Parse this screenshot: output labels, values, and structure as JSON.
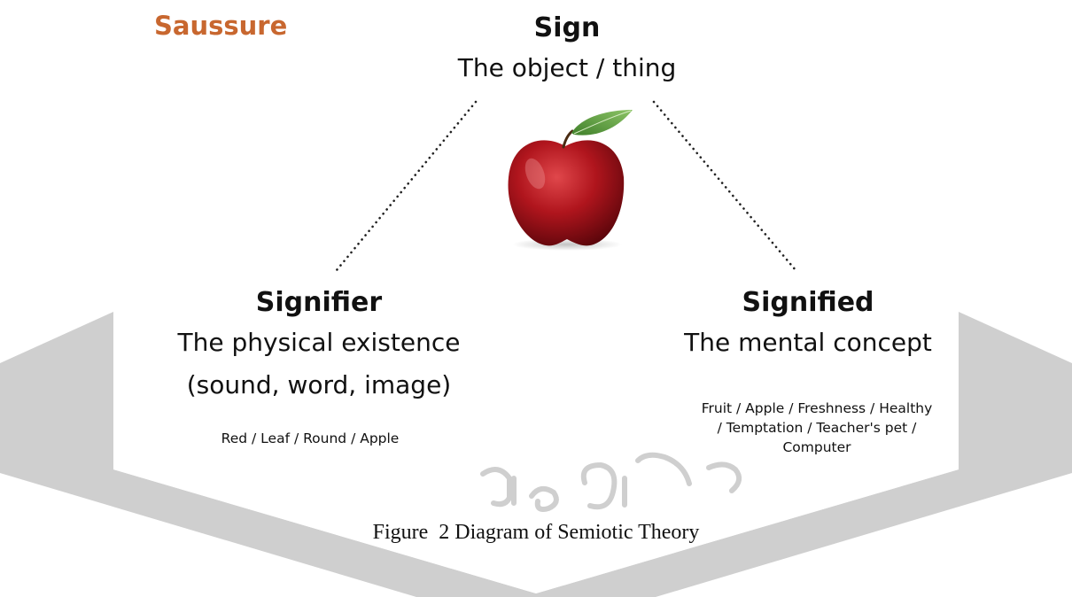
{
  "brand": "Saussure",
  "sign": {
    "title": "Sign",
    "subtitle": "The object / thing"
  },
  "signifier": {
    "title": "Signifier",
    "line1": "The physical existence",
    "line2": "(sound, word, image)",
    "examples": "Red / Leaf / Round / Apple"
  },
  "signified": {
    "title": "Signified",
    "subtitle": "The mental concept",
    "examples_line1": "Fruit / Apple / Freshness  / Healthy",
    "examples_line2": "/ Temptation / Teacher's pet /",
    "examples_line3": "Computer"
  },
  "caption": "Figure  2 Diagram of Semiotic Theory",
  "watermark_text": "บัณฑิตใต้",
  "colors": {
    "brand": "#c8672f",
    "watermark": "#cfcfcf",
    "apple": "#a8141c",
    "leaf": "#5a9a3c"
  }
}
